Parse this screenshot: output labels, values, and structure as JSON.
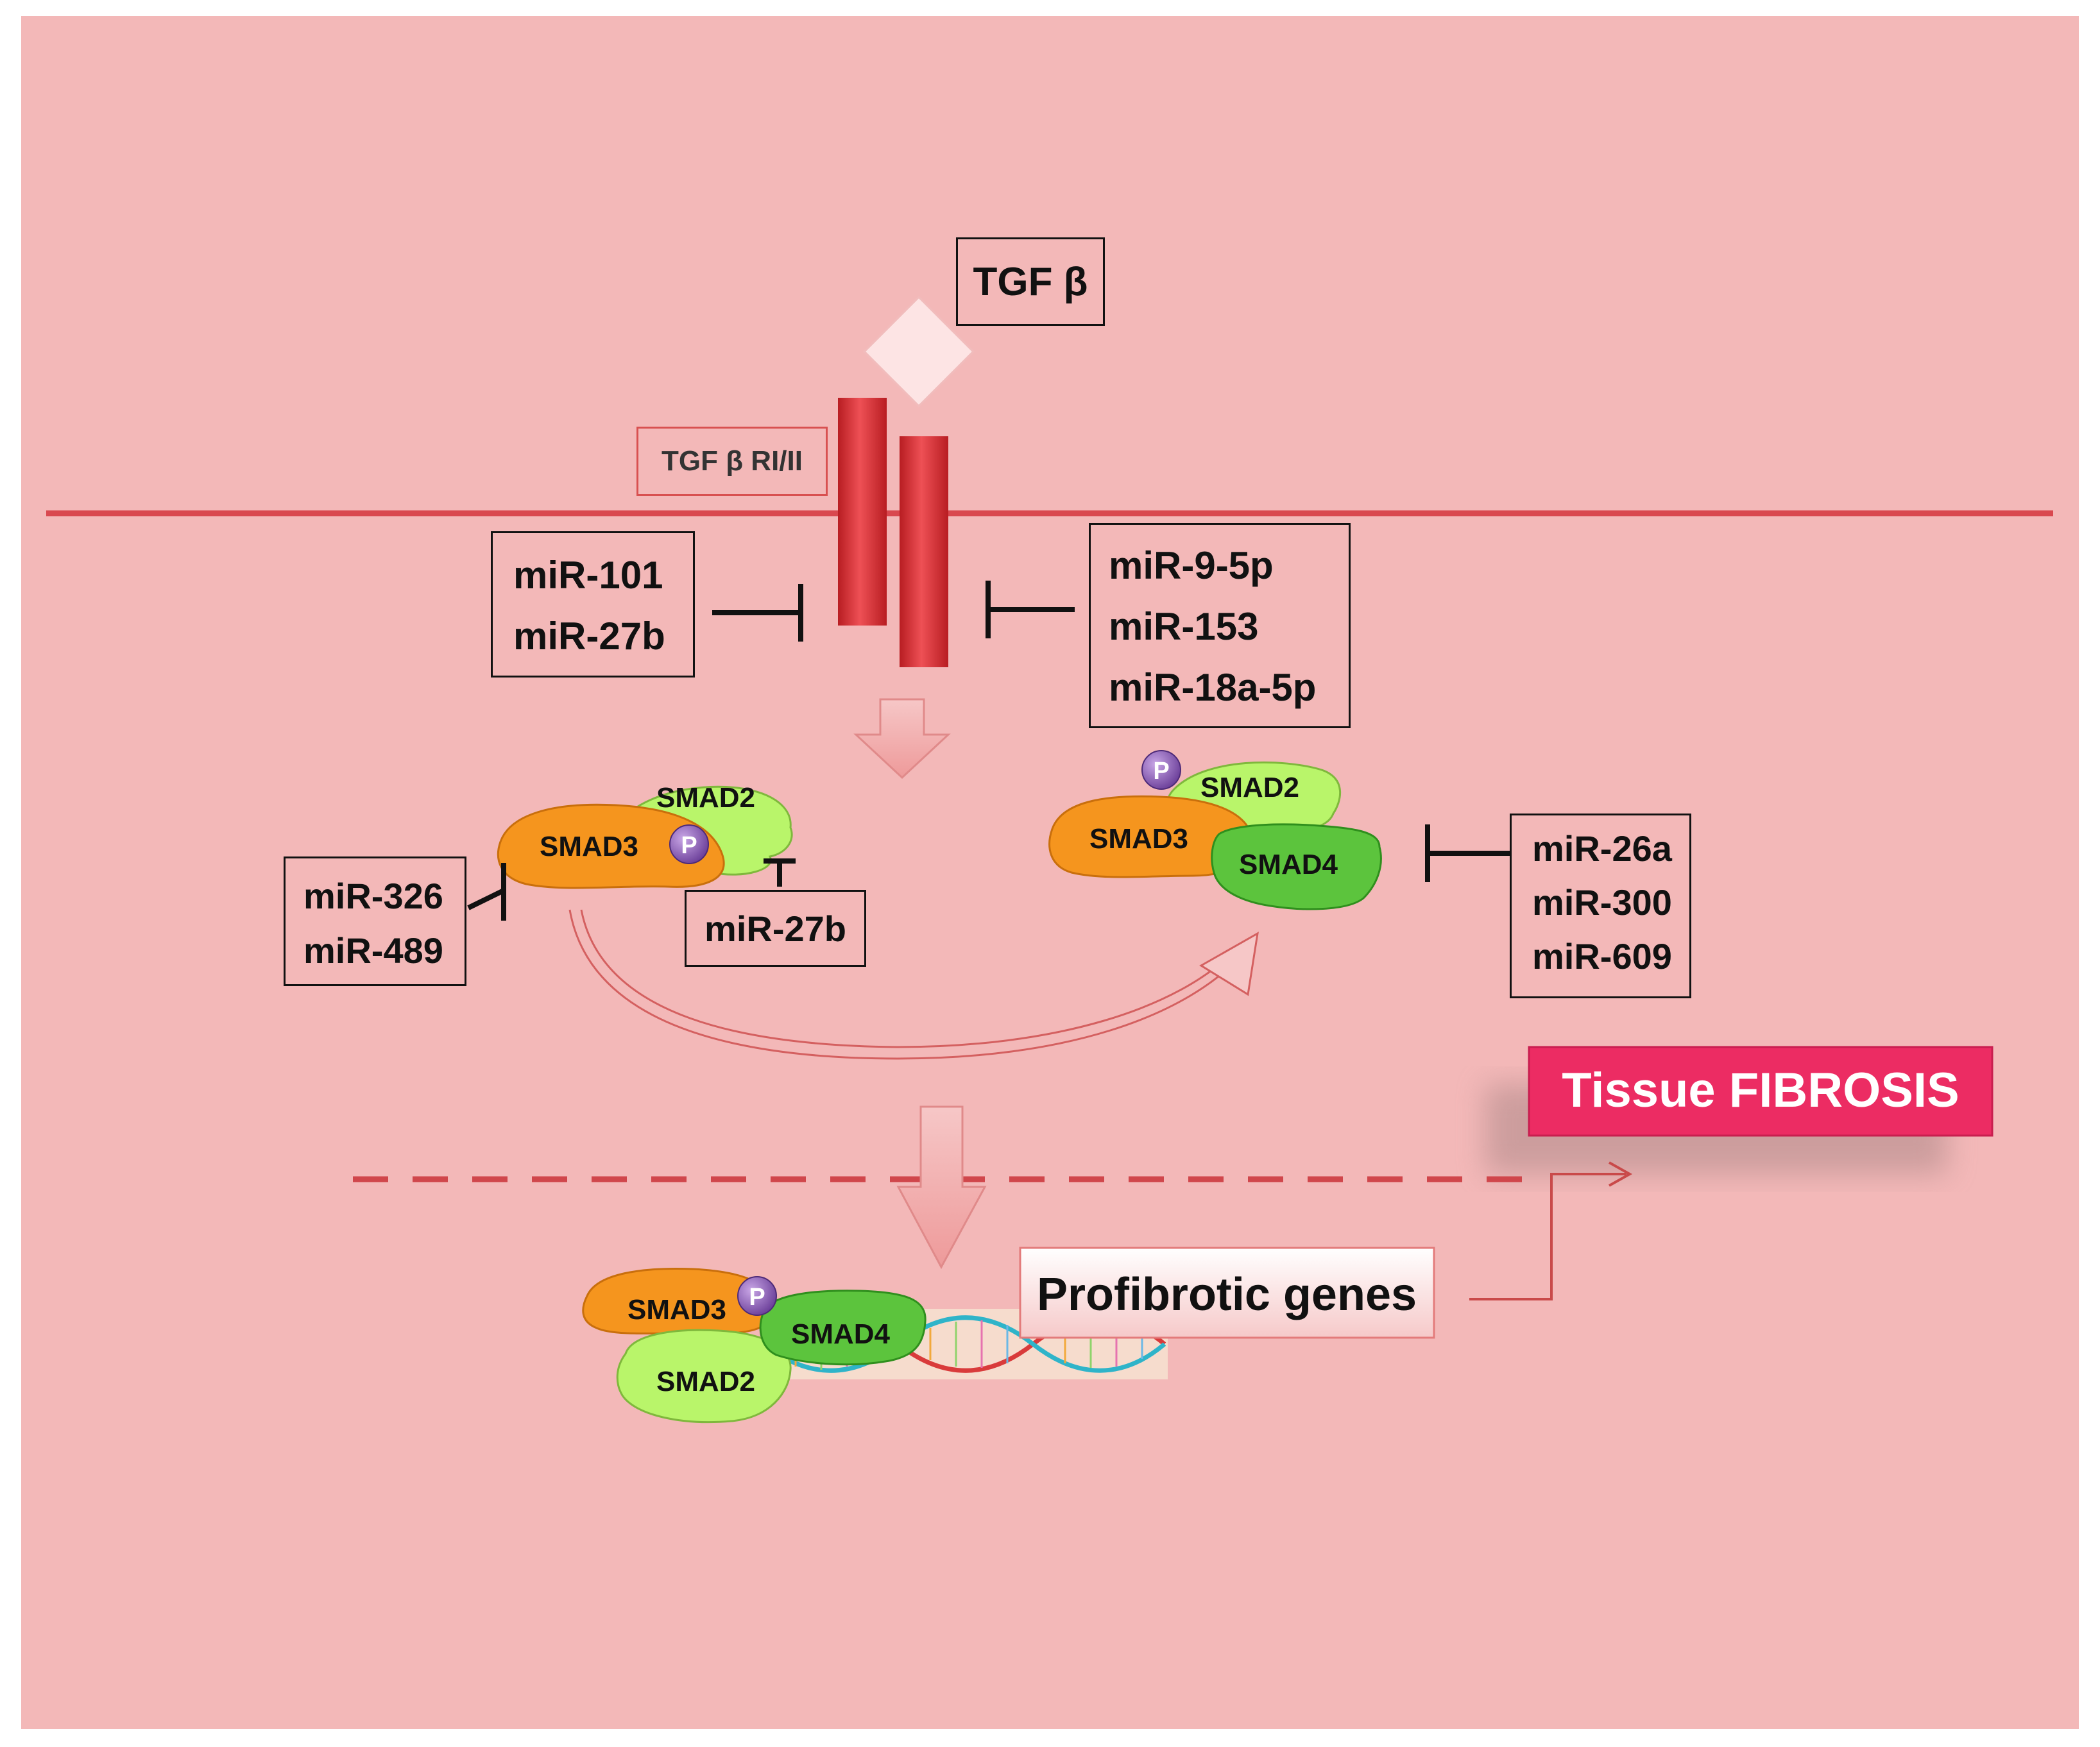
{
  "ligand": {
    "label": "TGF β"
  },
  "receptor": {
    "label": "TGF β RI/II"
  },
  "receptor_inhibitors_left": {
    "lines": [
      "miR-101",
      "miR-27b"
    ]
  },
  "receptor_inhibitors_right": {
    "lines": [
      "miR-9-5p",
      "miR-153",
      "miR-18a-5p"
    ]
  },
  "smad_proteins": {
    "smad2": "SMAD2",
    "smad3": "SMAD3",
    "smad4": "SMAD4",
    "phospho": "P"
  },
  "smad3_inhibitors": {
    "lines": [
      "miR-326",
      "miR-489"
    ]
  },
  "smad2_inhibitor": {
    "lines": [
      "miR-27b"
    ]
  },
  "complex_inhibitors": {
    "lines": [
      "miR-26a",
      "miR-300",
      "miR-609"
    ]
  },
  "genes": {
    "label": "Profibrotic genes"
  },
  "outcome": {
    "label": "Tissue FIBROSIS"
  },
  "colors": {
    "background": "#f3b8b8",
    "membrane": "#d9484f",
    "receptor": "#d72f32",
    "smad3": "#f5951e",
    "smad2": "#b9f56a",
    "smad4": "#5cc43d",
    "phospho": "#7a4fa3",
    "fibrosis": "#ec2c63"
  }
}
